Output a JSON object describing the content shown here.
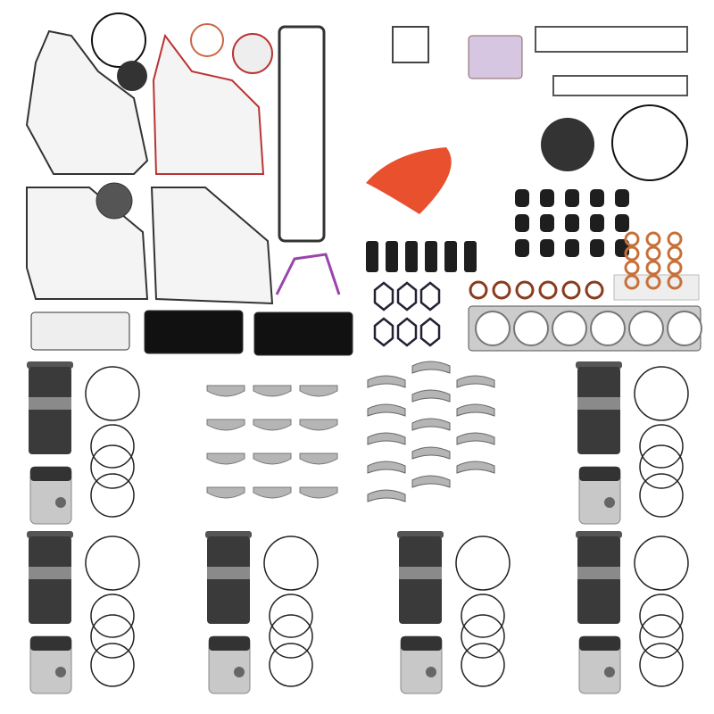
{
  "colors": {
    "background": "#ffffff",
    "liner": "#3a3a3a",
    "piston": "#c8c8c8",
    "ring": "#222222",
    "bearing": "#b5b5b5",
    "gasket_outline": "#333333",
    "gasket_fill": "#f4f4f4",
    "orange_seal": "#e8502e",
    "copper": "#c8703a",
    "seal_dark": "#1e1e1e"
  },
  "kit": {
    "cylinder_kits": 6,
    "rod_bearing_pairs": 12,
    "main_bearing_halves": 14,
    "valve_stem_seals": 20,
    "copper_washers": 12
  }
}
